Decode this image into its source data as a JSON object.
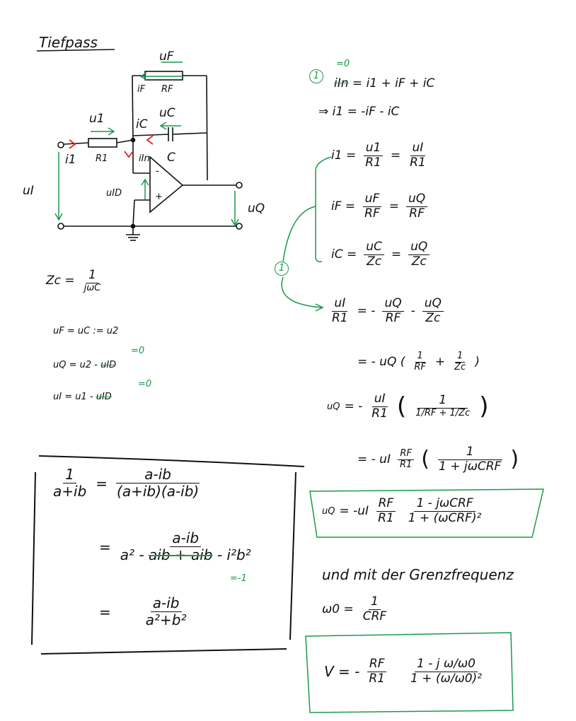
{
  "title": "Tiefpass",
  "circuit": {
    "uF": "uF",
    "RF": "RF",
    "iF": "iF",
    "u1": "u1",
    "R1": "R1",
    "i1": "i1",
    "iC": "iC",
    "uC": "uC",
    "C": "C",
    "iIn": "iIn",
    "uI": "uI",
    "uID": "uID",
    "uQ": "uQ",
    "minus": "-",
    "plus": "+"
  },
  "zc": {
    "lhs": "Zc =",
    "num": "1",
    "den": "jωC"
  },
  "left_eqs": [
    {
      "text": "uF = uC := u2"
    },
    {
      "text": "uQ = u2 - ",
      "struck": "uID",
      "note": "=0"
    },
    {
      "text": "uI = u1 - ",
      "struck": "uID",
      "note": "=0"
    }
  ],
  "box": {
    "l1_lhs_num": "1",
    "l1_lhs_den": "a+ib",
    "eq": "=",
    "l1_num": "a-ib",
    "l1_den": "(a+ib)(a-ib)",
    "l2_num": "a-ib",
    "l2_den_a": "a² - ",
    "l2_den_struck": "aib + aib",
    "l2_den_b": " - i²b²",
    "l2_note": "=-1",
    "l3_num": "a-ib",
    "l3_den": "a²+b²"
  },
  "right": {
    "node_marker": "1",
    "kcl_note": "=0",
    "kcl_struck": "iIn",
    "kcl_rest": "= i1 + iF + iC",
    "kcl2": "⇒ i1 = -iF - iC",
    "i1": {
      "lhs": "i1 =",
      "n1": "u1",
      "d1": "R1",
      "eq": "=",
      "n2": "uI",
      "d2": "R1"
    },
    "iF": {
      "lhs": "iF =",
      "n1": "uF",
      "d1": "RF",
      "eq": "=",
      "n2": "uQ",
      "d2": "RF"
    },
    "iC": {
      "lhs": "iC =",
      "n1": "uC",
      "d1": "Zc",
      "eq": "=",
      "n2": "uQ",
      "d2": "Zc"
    },
    "sub_marker": "1",
    "s1": {
      "n1": "uI",
      "d1": "R1",
      "eq": "= -",
      "n2": "uQ",
      "d2": "RF",
      "minus": "-",
      "n3": "uQ",
      "d3": "Zc"
    },
    "s2": {
      "pre": "= - uQ (",
      "n1": "1",
      "d1": "RF",
      "plus": "+",
      "n2": "1",
      "d2": "Zc",
      "post": ")"
    },
    "s3": {
      "lhs": "uQ",
      "eq": "= -",
      "n1": "uI",
      "d1": "R1",
      "num": "1",
      "den_a": "1/RF + 1/Zc"
    },
    "s4": {
      "pre": "= - uI",
      "n1": "RF",
      "d1": "R1",
      "num": "1",
      "den": "1 + jωCRF"
    },
    "result": {
      "lhs": "uQ",
      "eq": "= -uI",
      "n1": "RF",
      "d1": "R1",
      "num": "1 - jωCRF",
      "den": "1 + (ωCRF)²"
    },
    "cutoff_text": "und mit der Grenzfrequenz",
    "w0": {
      "lhs": "ω0 =",
      "num": "1",
      "den": "CRF"
    },
    "V": {
      "lhs": "V = -",
      "n1": "RF",
      "d1": "R1",
      "num": "1 - j ω/ω0",
      "den": "1 + (ω/ω0)²"
    }
  }
}
